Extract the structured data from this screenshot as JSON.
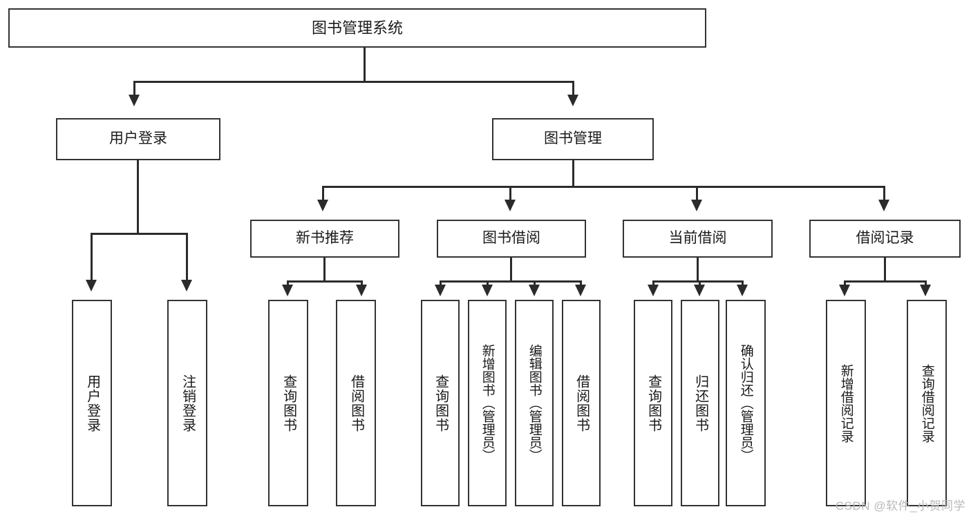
{
  "diagram": {
    "title": "图书管理系统",
    "root": {
      "label": "图书管理系统"
    },
    "level1": [
      {
        "label": "用户登录"
      },
      {
        "label": "图书管理"
      }
    ],
    "level2": [
      {
        "label": "新书推荐"
      },
      {
        "label": "图书借阅"
      },
      {
        "label": "当前借阅"
      },
      {
        "label": "借阅记录"
      }
    ],
    "leaves": {
      "user_login": [
        {
          "label": "用户登录"
        },
        {
          "label": "注销登录"
        }
      ],
      "new_book_recommend": [
        {
          "label": "查询图书"
        },
        {
          "label": "借阅图书"
        }
      ],
      "book_borrow": [
        {
          "label": "查询图书"
        },
        {
          "label": "新增图书（管理员）"
        },
        {
          "label": "编辑图书（管理员）"
        },
        {
          "label": "借阅图书"
        }
      ],
      "current_borrow": [
        {
          "label": "查询图书"
        },
        {
          "label": "归还图书"
        },
        {
          "label": "确认归还（管理员）"
        }
      ],
      "borrow_record": [
        {
          "label": "新增借阅记录"
        },
        {
          "label": "查询借阅记录"
        }
      ]
    }
  },
  "watermark": {
    "text": "CSDN @软件_小贺同学"
  },
  "colors": {
    "box_border": "#333333",
    "line": "#2b2b2b",
    "text": "#1a1a1a",
    "background": "#ffffff",
    "watermark": "#b9b9b9"
  }
}
